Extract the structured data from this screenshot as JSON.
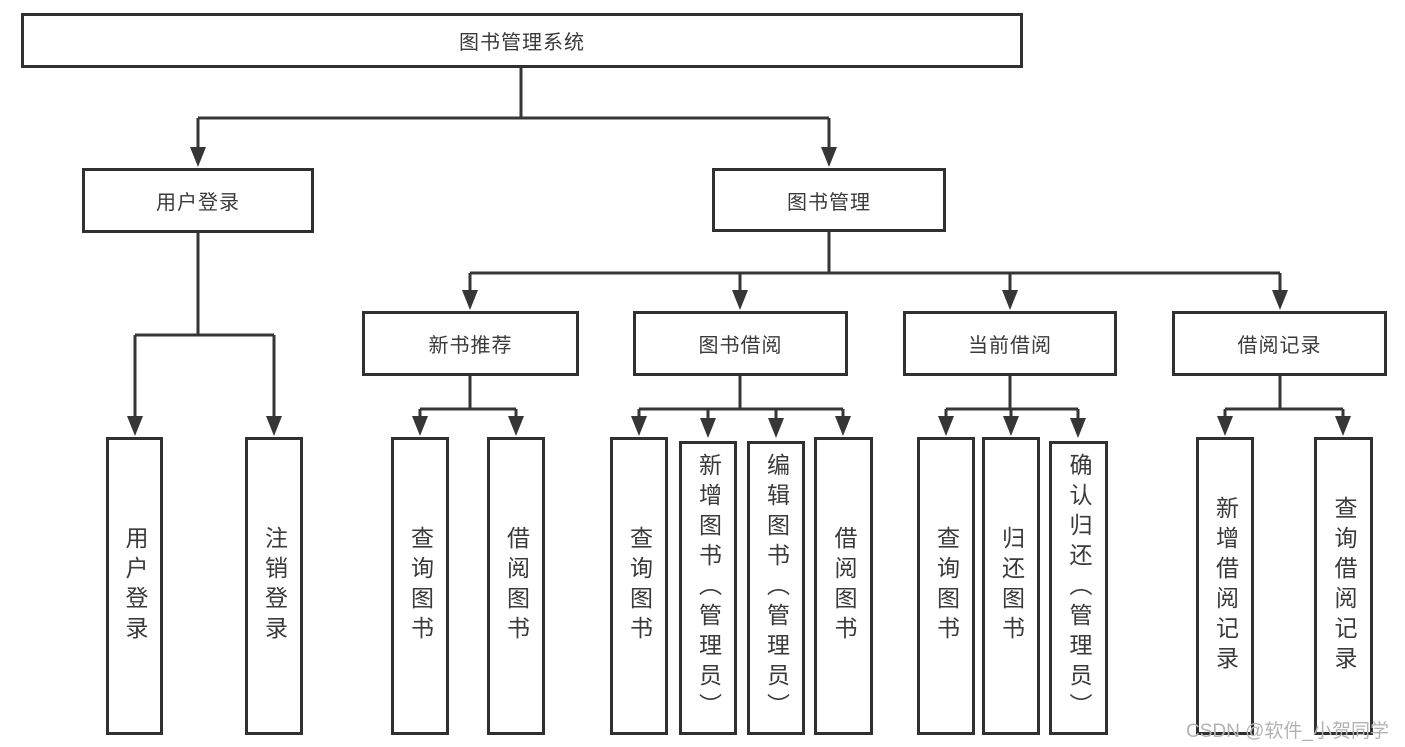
{
  "diagram": {
    "root": {
      "label": "图书管理系统"
    },
    "user_login": {
      "label": "用户登录",
      "children": [
        {
          "label": "用户登录"
        },
        {
          "label": "注销登录"
        }
      ]
    },
    "book_mgmt": {
      "label": "图书管理",
      "sections": [
        {
          "label": "新书推荐",
          "children": [
            {
              "label": "查询图书"
            },
            {
              "label": "借阅图书"
            }
          ]
        },
        {
          "label": "图书借阅",
          "children": [
            {
              "label": "查询图书"
            },
            {
              "label": "新增图书（管理员）"
            },
            {
              "label": "编辑图书（管理员）"
            },
            {
              "label": "借阅图书"
            }
          ]
        },
        {
          "label": "当前借阅",
          "children": [
            {
              "label": "查询图书"
            },
            {
              "label": "归还图书"
            },
            {
              "label": "确认归还（管理员）"
            }
          ]
        },
        {
          "label": "借阅记录",
          "children": [
            {
              "label": "新增借阅记录"
            },
            {
              "label": "查询借阅记录"
            }
          ]
        }
      ]
    }
  },
  "watermark": {
    "text": "CSDN @软件_小贺同学"
  },
  "colors": {
    "line": "#363636",
    "box_border": "#303030",
    "text": "#3a3a3a",
    "background": "#ffffff",
    "watermark": "#b3b3b3"
  }
}
